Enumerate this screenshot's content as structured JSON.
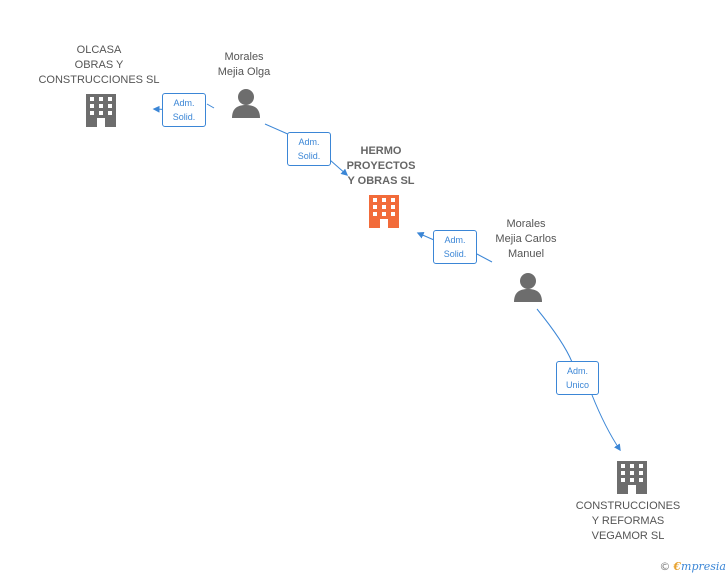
{
  "nodes": {
    "olcasa": {
      "label": "OLCASA\nOBRAS Y\nCONSTRUCCIONES SL",
      "icon": "building-icon"
    },
    "morales_olga": {
      "label": "Morales\nMejia Olga",
      "icon": "person-icon"
    },
    "hermo": {
      "label": "HERMO\nPROYECTOS\nY OBRAS SL",
      "icon": "building-icon"
    },
    "morales_carlos": {
      "label": "Morales\nMejia Carlos\nManuel",
      "icon": "person-icon"
    },
    "vegamor": {
      "label": "CONSTRUCCIONES\nY REFORMAS\nVEGAMOR SL",
      "icon": "building-icon"
    }
  },
  "edges": {
    "olga_to_olcasa": "Adm.\nSolid.",
    "olga_to_hermo": "Adm.\nSolid.",
    "carlos_to_hermo": "Adm.\nSolid.",
    "carlos_to_vegamor": "Adm.\nUnico"
  },
  "colors": {
    "accent": "#3b86d6",
    "focus_company": "#f26b3a",
    "company": "#6d6d6d",
    "person": "#6d6d6d"
  },
  "footer": {
    "copyright_symbol": "©",
    "brand_initial": "€",
    "brand_rest": "mpresia"
  }
}
